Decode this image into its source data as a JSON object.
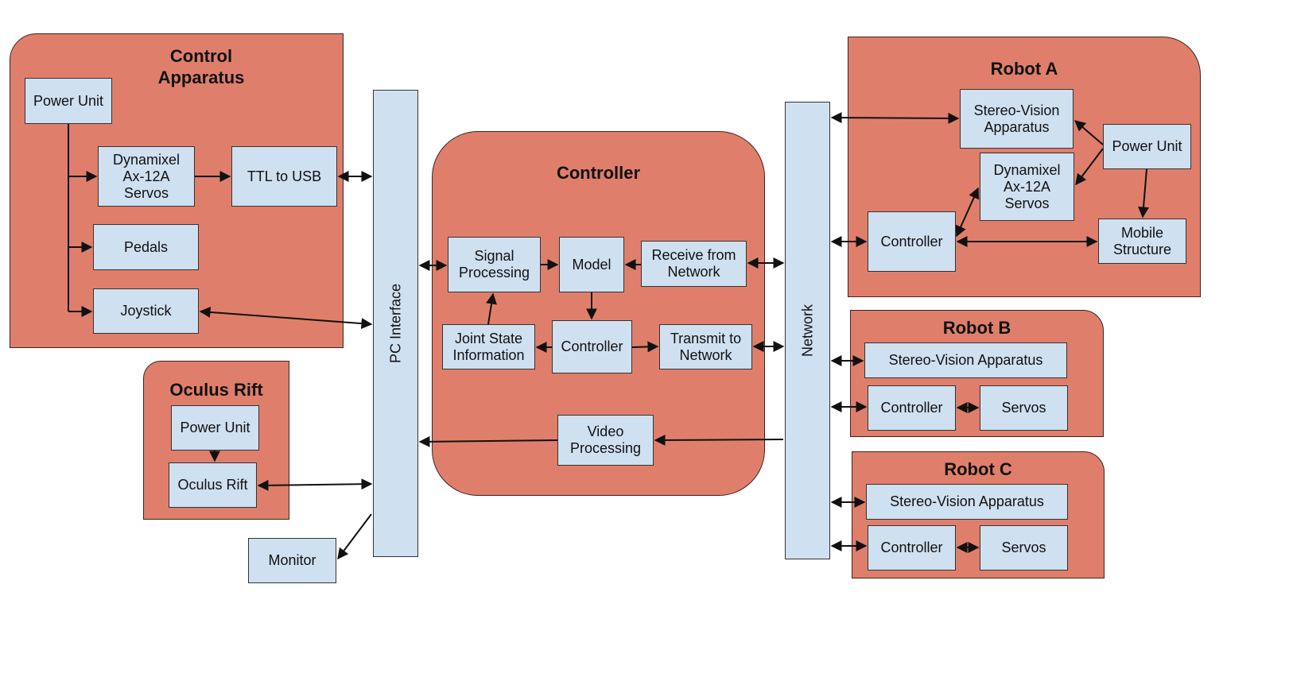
{
  "groups": {
    "control_apparatus": "Control\nApparatus",
    "oculus_rift": "Oculus Rift",
    "controller": "Controller",
    "robot_a": "Robot A",
    "robot_b": "Robot B",
    "robot_c": "Robot C"
  },
  "control_apparatus": {
    "power_unit": "Power Unit",
    "dynamixel": "Dynamixel\nAx-12A\nServos",
    "ttl_usb": "TTL to USB",
    "pedals": "Pedals",
    "joystick": "Joystick"
  },
  "oculus": {
    "power_unit": "Power Unit",
    "oculus_rift": "Oculus Rift"
  },
  "monitor": "Monitor",
  "pc_interface": "PC Interface",
  "network": "Network",
  "controller": {
    "signal_processing": "Signal\nProcessing",
    "model": "Model",
    "receive": "Receive from\nNetwork",
    "joint_state": "Joint State\nInformation",
    "controller": "Controller",
    "transmit": "Transmit to\nNetwork",
    "video": "Video\nProcessing"
  },
  "robot_a": {
    "stereo": "Stereo-Vision\nApparatus",
    "power_unit": "Power Unit",
    "dynamixel": "Dynamixel\nAx-12A\nServos",
    "controller": "Controller",
    "mobile": "Mobile\nStructure"
  },
  "robot_b": {
    "stereo": "Stereo-Vision Apparatus",
    "controller": "Controller",
    "servos": "Servos"
  },
  "robot_c": {
    "stereo": "Stereo-Vision Apparatus",
    "controller": "Controller",
    "servos": "Servos"
  },
  "colors": {
    "group_fill": "#df7f6b",
    "box_fill": "#cfe0f1",
    "stroke": "#111111"
  }
}
